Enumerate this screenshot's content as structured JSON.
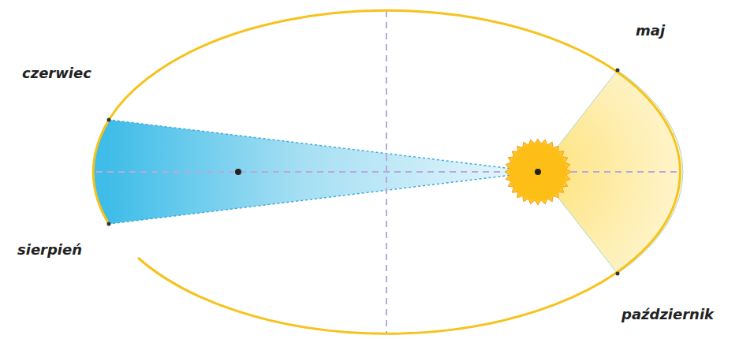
{
  "diagram": {
    "labels": [
      "czerwiec",
      "sierpień",
      "maj",
      "październik"
    ]
  }
}
